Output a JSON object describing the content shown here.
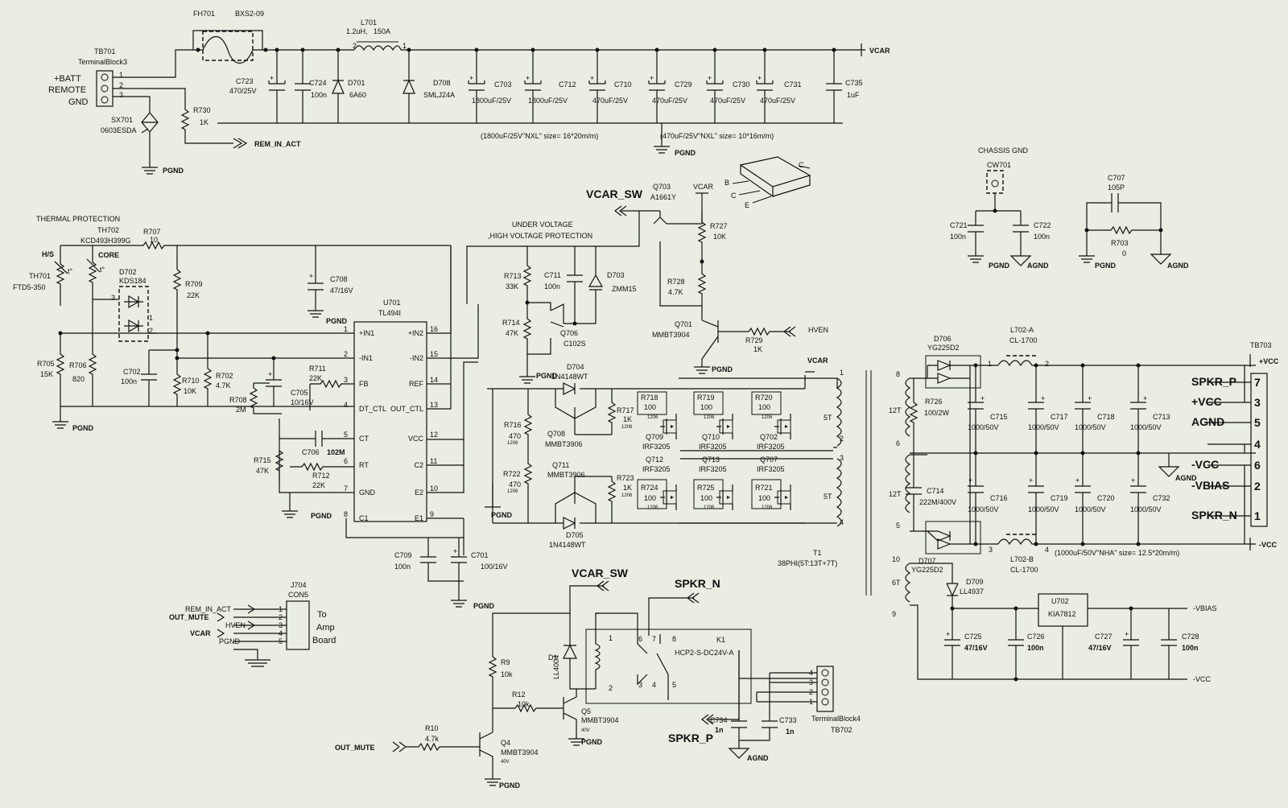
{
  "power_input": {
    "tb701_ref": "TB701",
    "tb701_type": "TerminalBlock3",
    "batt": "+BATT",
    "remote": "REMOTE",
    "gnd": "GND",
    "pin1": "1",
    "pin2": "2",
    "pin3": "3",
    "fh701_ref": "FH701",
    "fh701_val": "BXS2-09",
    "l701_ref": "L701",
    "l701_val1": "1.2uH,",
    "l701_val2": "150A",
    "sx701_ref": "SX701",
    "sx701_val": "0603ESDA",
    "r730_ref": "R730",
    "r730_val": "1K",
    "rem_in_act": "REM_IN_ACT",
    "pgnd": "PGND",
    "vcar": "VCAR"
  },
  "input_caps": [
    {
      "ref": "C723",
      "val": "470/25V"
    },
    {
      "ref": "C724",
      "val": "100n"
    },
    {
      "ref": "D701",
      "val": "6A60"
    },
    {
      "ref": "D708",
      "val": "SMLJ24A"
    },
    {
      "ref": "C703",
      "val": "1800uF/25V"
    },
    {
      "ref": "C712",
      "val": "1800uF/25V"
    },
    {
      "ref": "C710",
      "val": "470uF/25V"
    },
    {
      "ref": "C729",
      "val": "470uF/25V"
    },
    {
      "ref": "C730",
      "val": "470uF/25V"
    },
    {
      "ref": "C731",
      "val": "470uF/25V"
    },
    {
      "ref": "C735",
      "val": "1uF"
    }
  ],
  "cap_notes": {
    "n1800": "(1800uF/25V\"NXL\"  size= 16*20m/m)",
    "n470": "(470uF/25V\"NXL\"  size= 10*16m/m)"
  },
  "thermal": {
    "title": "THERMAL PROTECTION",
    "th702_ref": "TH702",
    "th702_val": "KCD493H399G",
    "hs": "H/S",
    "core": "CORE",
    "th701_ref": "TH701",
    "th701_val": "FTD5-350",
    "d702_ref": "D702",
    "d702_val": "KDS184",
    "r707": "R707",
    "r707_val": "10",
    "r709": "R709",
    "r709_val": "22K",
    "r705": "R705",
    "r705_val": "15K",
    "r706": "R706",
    "r706_val": "820",
    "c702": "C702",
    "c702_val": "100n",
    "r710": "R710",
    "r710_val": "10K",
    "r702": "R702",
    "r702_val": "4.7K",
    "c708": "C708",
    "c708_val": "47/16V",
    "to": "t°"
  },
  "pwm": {
    "ref": "U701",
    "part": "TL494I",
    "left_pins": [
      {
        "num": "1",
        "name": "+IN1"
      },
      {
        "num": "2",
        "name": "-IN1"
      },
      {
        "num": "3",
        "name": "FB"
      },
      {
        "num": "4",
        "name": "DT_CTL"
      },
      {
        "num": "5",
        "name": "CT"
      },
      {
        "num": "6",
        "name": "RT"
      },
      {
        "num": "7",
        "name": "GND"
      },
      {
        "num": "8",
        "name": "C1"
      }
    ],
    "right_pins": [
      {
        "num": "16",
        "name": "+IN2"
      },
      {
        "num": "15",
        "name": "-IN2"
      },
      {
        "num": "14",
        "name": "REF"
      },
      {
        "num": "13",
        "name": "OUT_CTL"
      },
      {
        "num": "12",
        "name": "VCC"
      },
      {
        "num": "11",
        "name": "C2"
      },
      {
        "num": "10",
        "name": "E2"
      },
      {
        "num": "9",
        "name": "E1"
      }
    ],
    "r711": "R711",
    "r711_val": "22K",
    "c705": "C705",
    "c705_val": "10/16V",
    "r708": "R708",
    "r708_val": "2M",
    "c706": "C706",
    "c706_val": "102M",
    "r715": "R715",
    "r715_val": "47K",
    "r712": "R712",
    "r712_val": "22K",
    "c709": "C709",
    "c709_val": "100n",
    "c701": "C701",
    "c701_val": "100/16V"
  },
  "uvp": {
    "title1": "UNDER VOLTAGE",
    "title2": ",HIGH VOLTAGE PROTECTION",
    "vcar_sw": "VCAR_SW",
    "q703": "Q703",
    "q703_val": "A1661Y",
    "r727": "R727",
    "r727_val": "10K",
    "r728": "R728",
    "r728_val": "4.7K",
    "q701": "Q701",
    "q701_val": "MMBT3904",
    "r729": "R729",
    "r729_val": "1K",
    "hven": "HVEN",
    "r713": "R713",
    "r713_val": "33K",
    "r714": "R714",
    "r714_val": "47K",
    "c711": "C711",
    "c711_val": "100n",
    "d703": "D703",
    "d703_val": "ZMM15",
    "q706": "Q706",
    "q706_val": "C102S",
    "pkg_b": "B",
    "pkg_c": "C",
    "pkg_e": "E",
    "pkg_c2": "C"
  },
  "driver": {
    "d704": "D704",
    "d704_val": "1N4148WT",
    "d705": "D705",
    "d705_val": "1N4148WT",
    "r716": "R716",
    "r716_val": "470",
    "r722": "R722",
    "r722_val": "470",
    "q708": "Q708",
    "q708_val": "MMBT3906",
    "q711": "Q711",
    "q711_val": "MMBT3906",
    "r717": "R717",
    "r717_val": "1K",
    "r723": "R723",
    "r723_val": "1K",
    "pkg": "1206",
    "top_res": [
      {
        "ref": "R718",
        "val": "100"
      },
      {
        "ref": "R719",
        "val": "100"
      },
      {
        "ref": "R720",
        "val": "100"
      }
    ],
    "top_fets": [
      {
        "ref": "Q709",
        "val": "IRF3205"
      },
      {
        "ref": "Q710",
        "val": "IRF3205"
      },
      {
        "ref": "Q702",
        "val": "IRF3205"
      }
    ],
    "bot_fets": [
      {
        "ref": "Q712",
        "val": "IRF3205"
      },
      {
        "ref": "Q713",
        "val": "IRF3205"
      },
      {
        "ref": "Q707",
        "val": "IRF3205"
      }
    ],
    "bot_res": [
      {
        "ref": "R724",
        "val": "100"
      },
      {
        "ref": "R725",
        "val": "100"
      },
      {
        "ref": "R721",
        "val": "100"
      }
    ]
  },
  "transformer": {
    "ref": "T1",
    "val": "38PHI(5T:13T+7T)",
    "p1": "5T",
    "p2": "5T",
    "s1": "12T",
    "s2": "12T",
    "s3": "6T",
    "pins": [
      "1",
      "2",
      "3",
      "4",
      "8",
      "6",
      "5",
      "10",
      "9"
    ]
  },
  "rectifier": {
    "d706": "D706",
    "d706_val": "YG225D2",
    "d707": "D707",
    "d707_val": "YG225D2",
    "r726": "R726",
    "r726_val": "100/2W",
    "c714": "C714",
    "c714_val": "222M/400V",
    "l702a": "L702-A",
    "l702a_val": "CL-1700",
    "l702b": "L702-B",
    "l702b_val": "CL-1700",
    "caps_top": [
      {
        "ref": "C715",
        "val": "1000/50V"
      },
      {
        "ref": "C717",
        "val": "1000/50V"
      },
      {
        "ref": "C718",
        "val": "1000/50V"
      },
      {
        "ref": "C713",
        "val": "1000/50V"
      }
    ],
    "caps_bot": [
      {
        "ref": "C716",
        "val": "1000/50V"
      },
      {
        "ref": "C719",
        "val": "1000/50V"
      },
      {
        "ref": "C720",
        "val": "1000/50V"
      },
      {
        "ref": "C732",
        "val": "1000/50V"
      }
    ],
    "note": "(1000uF/50V\"NHA\"  size= 12.5*20m/m)",
    "agnd": "AGND"
  },
  "output": {
    "tb703": "TB703",
    "pvcc": "+VCC",
    "mvcc": "-VCC",
    "pins": [
      {
        "name": "SPKR_P",
        "num": "7"
      },
      {
        "name": "+VCC",
        "num": "3"
      },
      {
        "name": "AGND",
        "num": "5"
      },
      {
        "name": "",
        "num": "4"
      },
      {
        "name": "-VCC",
        "num": "6"
      },
      {
        "name": "-VBIAS",
        "num": "2"
      },
      {
        "name": "SPKR_N",
        "num": "1"
      }
    ]
  },
  "chassis": {
    "title": "CHASSIS GND",
    "cw701": "CW701",
    "c721": "C721",
    "c721_val": "100n",
    "c722": "C722",
    "c722_val": "100n",
    "c707": "C707",
    "c707_val": "105P",
    "r703": "R703",
    "r703_val": "0",
    "pgnd": "PGND",
    "agnd": "AGND"
  },
  "bias": {
    "d709": "D709",
    "d709_val": "LL4937",
    "u702": "U702",
    "u702_val": "KIA7812",
    "c725": "C725",
    "c725_val": "47/16V",
    "c726": "C726",
    "c726_val": "100n",
    "c727": "C727",
    "c727_val": "47/16V",
    "c728": "C728",
    "c728_val": "100n",
    "vbias": "-VBIAS",
    "vcc": "-VCC"
  },
  "connector": {
    "j704": "J704",
    "j704_val": "CON5",
    "signals": [
      "REM_IN_ACT",
      "OUT_MUTE",
      "HVEN",
      "VCAR",
      "PGND"
    ],
    "pins": [
      "1",
      "2",
      "3",
      "4",
      "5"
    ],
    "to1": "To",
    "to2": "Amp",
    "to3": "Board"
  },
  "relay": {
    "vcar_sw": "VCAR_SW",
    "spkr_n": "SPKR_N",
    "spkr_p": "SPKR_P",
    "d1": "D1",
    "d1_val": "LL4004",
    "r9": "R9",
    "r9_val": "10k",
    "r12": "R12",
    "r12_val": "10k",
    "r10": "R10",
    "r10_val": "4.7k",
    "q5": "Q5",
    "q5_val": "MMBT3904",
    "q5_v": "40V",
    "q4": "Q4",
    "q4_val": "MMBT3904",
    "q4_v": "40V",
    "k1": "K1",
    "k1_val": "HCP2-S-DC24V-A",
    "out_mute": "OUT_MUTE",
    "c734": "C734",
    "c734_val": "1n",
    "c733": "C733",
    "c733_val": "1n",
    "tb702": "TB702",
    "tb702_type": "TerminalBlock4",
    "pgnd": "PGND",
    "agnd": "AGND",
    "kpins": [
      "1",
      "2",
      "3",
      "4",
      "5",
      "6",
      "7",
      "8"
    ],
    "tbpins": [
      "4",
      "3",
      "2",
      "1"
    ]
  }
}
